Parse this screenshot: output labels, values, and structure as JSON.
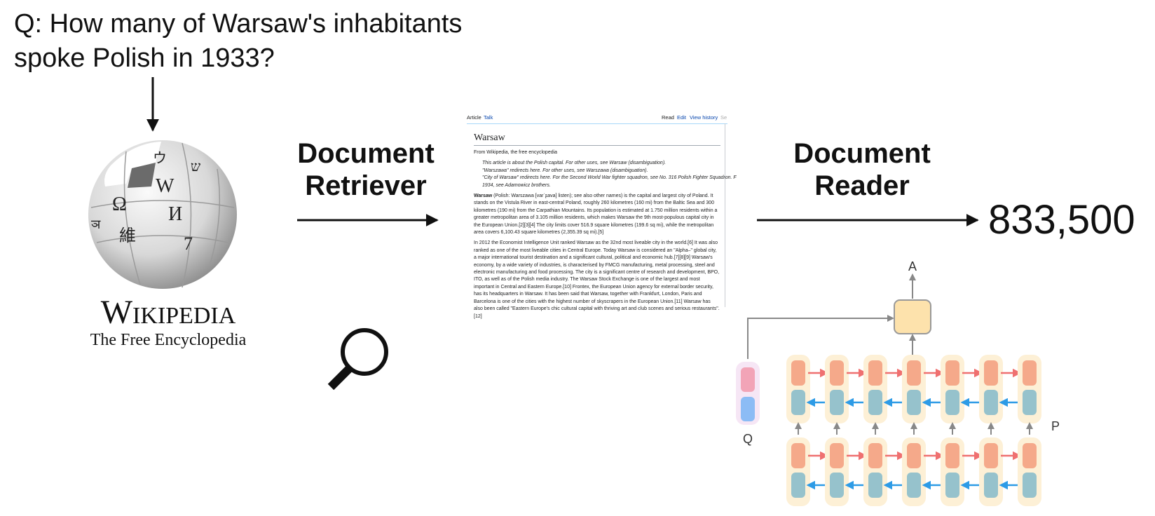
{
  "question": {
    "line1": "Q:  How many of Warsaw's inhabitants",
    "line2": "spoke Polish in 1933?"
  },
  "wikipedia_logo": {
    "wordmark": "Wikipedia",
    "tagline": "The Free Encyclopedia",
    "globe_glyphs": [
      "Ω",
      "W",
      "維",
      "И",
      "7",
      "ウ",
      "ש",
      "ञ"
    ]
  },
  "retriever": {
    "line1": "Document",
    "line2": "Retriever"
  },
  "reader": {
    "line1": "Document",
    "line2": "Reader"
  },
  "answer": "833,500",
  "wiki_article": {
    "tab_article": "Article",
    "tab_talk": "Talk",
    "tab_read": "Read",
    "tab_edit": "Edit",
    "tab_history": "View history",
    "tab_search": "Se",
    "title": "Warsaw",
    "from": "From Wikipedia, the free encyclopedia",
    "hatnote1": "This article is about the Polish capital. For other uses, see Warsaw (disambiguation).",
    "hatnote2": "\"Warszawa\" redirects here. For other uses, see Warszawa (disambiguation).",
    "hatnote3": "\"City of Warsaw\" redirects here. For the Second World War fighter squadron, see No. 316 Polish Fighter Squadron. F",
    "hatnote4": "1934, see Adamowicz brothers.",
    "para1_lead": "Warsaw",
    "para1": " (Polish: Warszawa [varˈʂava] listen); see also other names) is the capital and largest city of Poland. It stands on the Vistula River in east-central Poland, roughly 260 kilometres (160 mi) from the Baltic Sea and 300 kilometres (190 mi) from the Carpathian Mountains. Its population is estimated at 1.750 million residents within a greater metropolitan area of 3.105 million residents, which makes Warsaw the 9th most-populous capital city in the European Union.[2][3][4] The city limits cover 516.9 square kilometres (199.6 sq mi), while the metropolitan area covers 6,100.43 square kilometres (2,355.39 sq mi).[5]",
    "para2": "In 2012 the Economist Intelligence Unit ranked Warsaw as the 32nd most liveable city in the world.[6] It was also ranked as one of the most liveable cities in Central Europe. Today Warsaw is considered an \"Alpha–\" global city, a major international tourist destination and a significant cultural, political and economic hub.[7][8][9] Warsaw's economy, by a wide variety of industries, is characterised by FMCG manufacturing, metal processing, steel and electronic manufacturing and food processing. The city is a significant centre of research and development, BPO, ITO, as well as of the Polish media industry. The Warsaw Stock Exchange is one of the largest and most important in Central and Eastern Europe.[10] Frontex, the European Union agency for external border security, has its headquarters in Warsaw. It has been said that Warsaw, together with Frankfurt, London, Paris and Barcelona is one of the cities with the highest number of skyscrapers in the European Union.[11] Warsaw has also been called \"Eastern Europe's chic cultural capital with thriving art and club scenes and serious restaurants\".[12]"
  },
  "model": {
    "output_label": "A",
    "question_label": "Q",
    "passage_label": "P",
    "columns": 7
  },
  "colors": {
    "forward_cell": "#f5a98a",
    "backward_cell": "#96c2cc",
    "column_bg": "#fdf0d6",
    "forward_arrow": "#ef7070",
    "backward_arrow": "#2d9be6",
    "output_box": "#fde2ac",
    "q_bg": "#f6e6f5",
    "q_top": "#f2a4b7",
    "q_bottom": "#8cbcf5",
    "arrow_gray": "#888888"
  }
}
